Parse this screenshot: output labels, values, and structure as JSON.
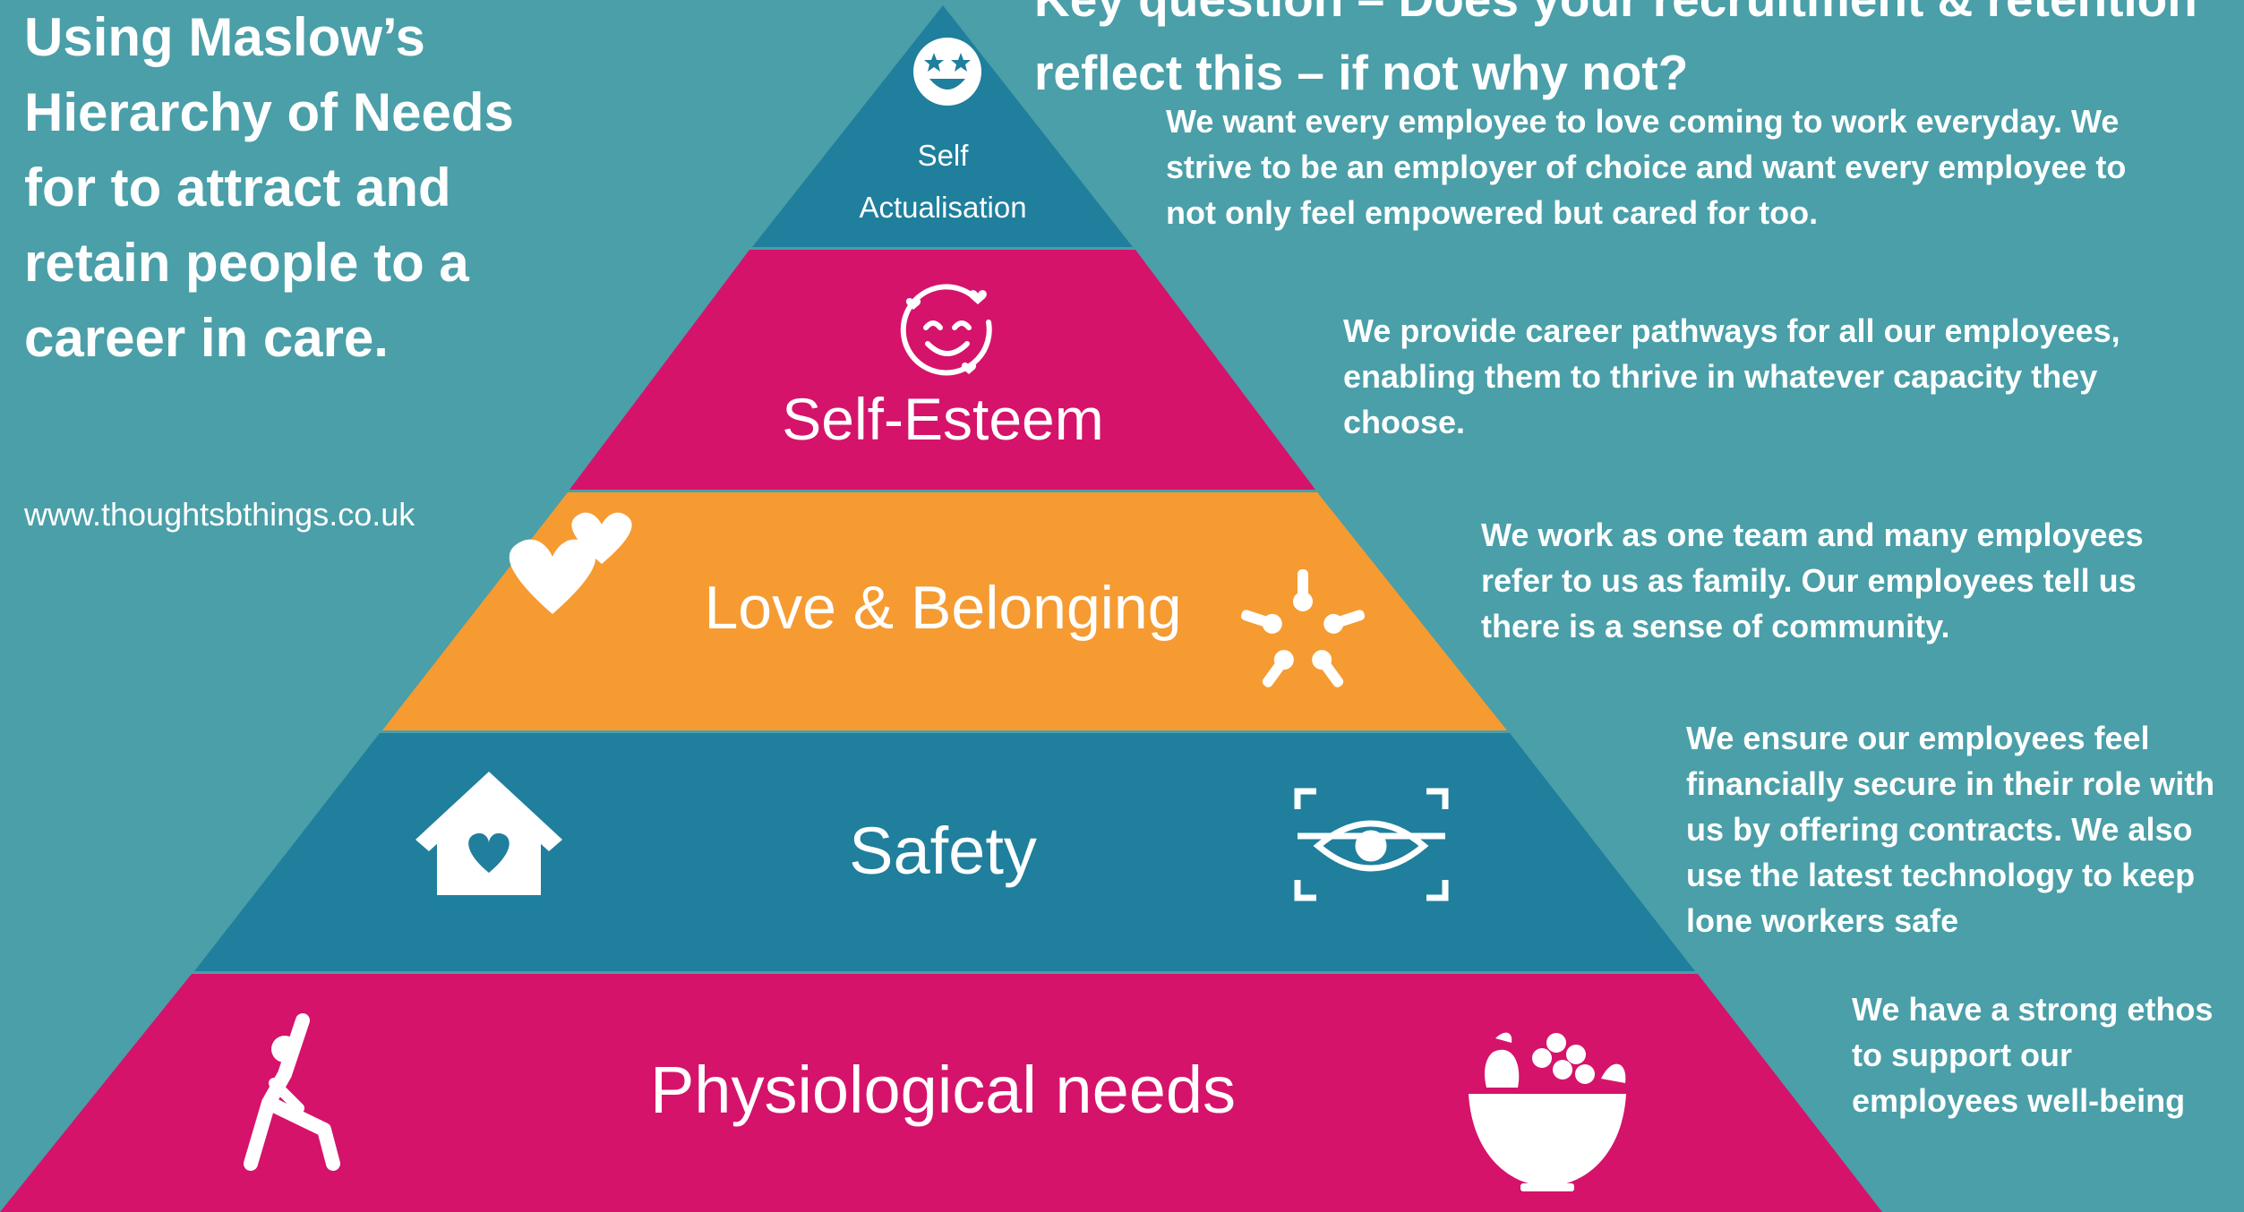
{
  "colors": {
    "background": "#4a9fa8",
    "blue": "#1f7f9c",
    "magenta": "#d5136b",
    "orange": "#f59b32",
    "text": "#ffffff"
  },
  "title_lines": [
    "Using Maslow’s",
    "Hierarchy of Needs",
    "for to attract and",
    "retain people to a",
    "career in care."
  ],
  "website": "www.thoughtsbthings.co.uk",
  "key_question_lines": [
    "Key question – Does your recruitment & retention",
    "reflect this – if not why not?"
  ],
  "levels": [
    {
      "label_lines": [
        "Self",
        "Actualisation"
      ],
      "color": "#1f7f9c",
      "icons": [
        "star-eyes-face-icon"
      ]
    },
    {
      "label_lines": [
        "Self-Esteem"
      ],
      "color": "#d5136b",
      "icons": [
        "heart-eyes-face-icon"
      ]
    },
    {
      "label_lines": [
        "Love & Belonging"
      ],
      "color": "#f59b32",
      "icons": [
        "two-hearts-icon",
        "hands-circle-icon"
      ]
    },
    {
      "label_lines": [
        "Safety"
      ],
      "color": "#1f7f9c",
      "icons": [
        "house-heart-icon",
        "eye-scan-icon"
      ]
    },
    {
      "label_lines": [
        "Physiological needs"
      ],
      "color": "#d5136b",
      "icons": [
        "yoga-pose-icon",
        "fruit-bowl-icon"
      ]
    }
  ],
  "notes": [
    [
      "We want every employee to love coming to work everyday. We",
      "strive to be an employer of choice and want every employee to",
      "not only feel empowered but cared for too."
    ],
    [
      "We provide career pathways for all our employees,",
      "enabling them to thrive in whatever capacity they",
      "choose."
    ],
    [
      "We work as one team and many employees",
      "refer to us as family. Our employees tell us",
      "there is a sense of community."
    ],
    [
      "We ensure our employees feel",
      "financially secure in their role with",
      "us by offering contracts. We also",
      "use the latest technology to keep",
      "lone workers safe"
    ],
    [
      "We have a strong ethos",
      "to support our",
      "employees well-being"
    ]
  ]
}
